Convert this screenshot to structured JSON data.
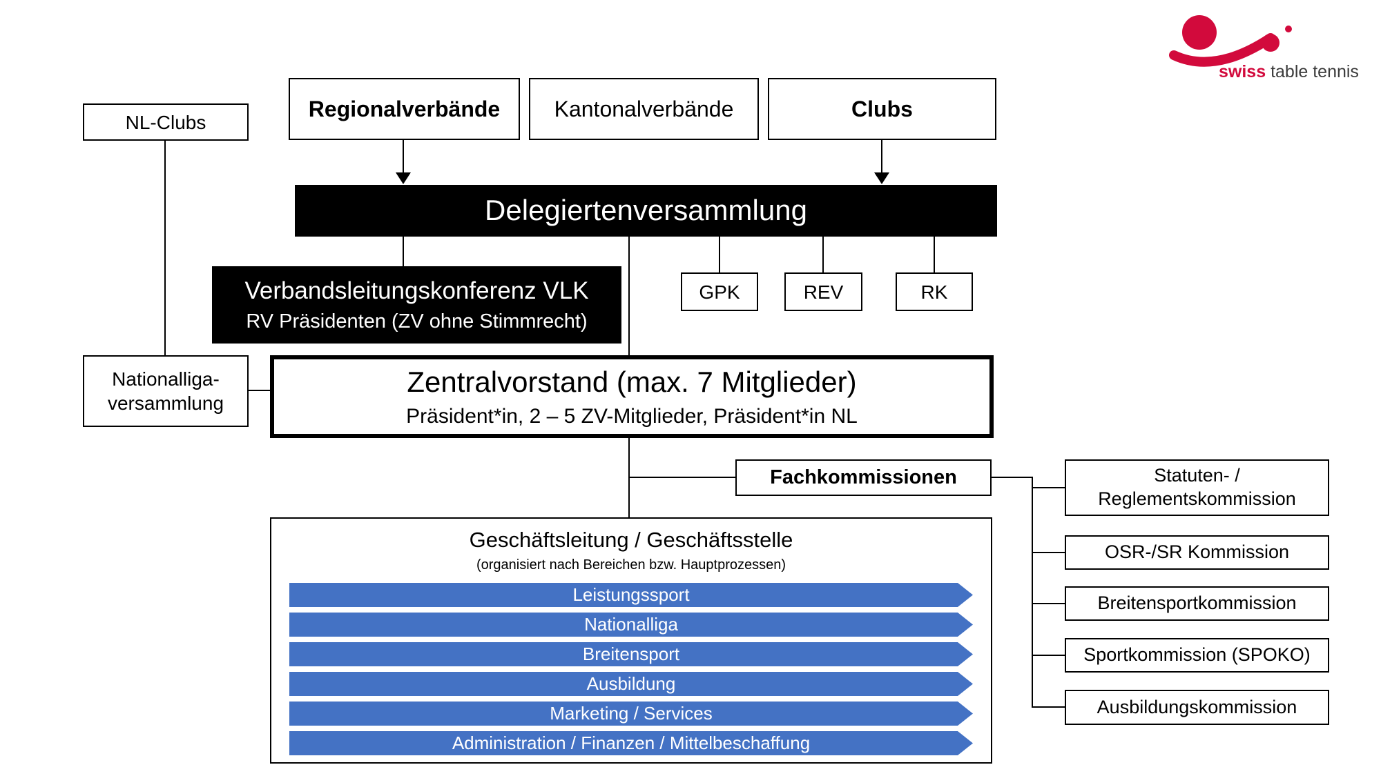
{
  "colors": {
    "accent_red": "#d20a3c",
    "bar_blue": "#4472c4",
    "text_dark": "#3b3b3b"
  },
  "logo": {
    "brand_bold": "swiss",
    "brand_rest": " table tennis"
  },
  "boxes": {
    "nl_clubs": "NL-Clubs",
    "regionalverbaende": "Regionalverbände",
    "kantonalverbaende": "Kantonalverbände",
    "clubs": "Clubs",
    "delegiertenversammlung": "Delegiertenversammlung",
    "vlk_title": "Verbandsleitungskonferenz VLK",
    "vlk_subtitle": "RV Präsidenten (ZV ohne Stimmrecht)",
    "gpk": "GPK",
    "rev": "REV",
    "rk": "RK",
    "nationalliga_line1": "Nationalliga-",
    "nationalliga_line2": "versammlung",
    "zentralvorstand_title": "Zentralvorstand (max. 7 Mitglieder)",
    "zentralvorstand_subtitle": "Präsident*in, 2 – 5 ZV-Mitglieder, Präsident*in NL",
    "fachkommissionen": "Fachkommissionen"
  },
  "kommissionen": {
    "statuten_line1": "Statuten- /",
    "statuten_line2": "Reglementskommission",
    "osr": "OSR-/SR Kommission",
    "breitensport": "Breitensportkommission",
    "spoko": "Sportkommission (SPOKO)",
    "ausbildung": "Ausbildungskommission"
  },
  "geschaeftsleitung": {
    "title": "Geschäftsleitung / Geschäftsstelle",
    "subtitle": "(organisiert nach Bereichen bzw. Hauptprozessen)",
    "bereiche": [
      "Leistungssport",
      "Nationalliga",
      "Breitensport",
      "Ausbildung",
      "Marketing / Services",
      "Administration / Finanzen / Mittelbeschaffung"
    ]
  }
}
